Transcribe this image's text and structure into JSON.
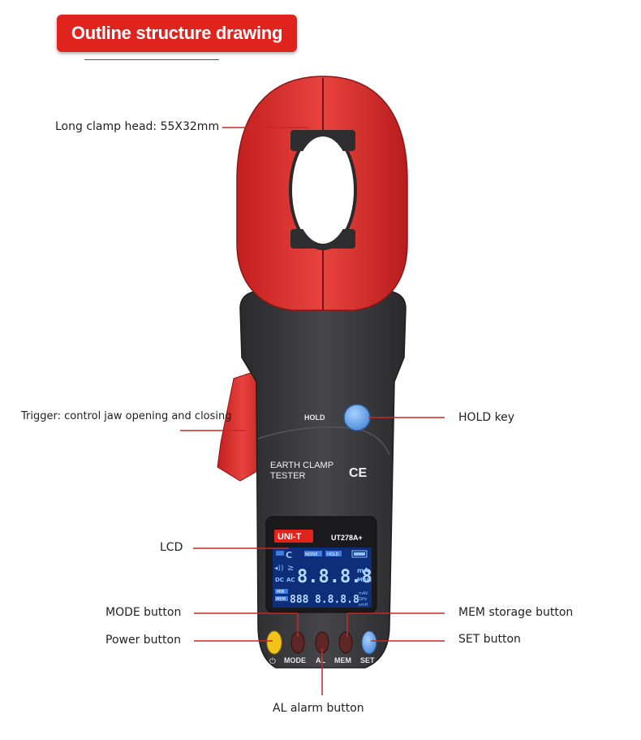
{
  "title": "Outline structure drawing",
  "callouts": {
    "clamp_head": "Long clamp head: 55X32mm",
    "trigger": "Trigger: control jaw opening and closing",
    "hold_key": "HOLD key",
    "lcd": "LCD",
    "mode_button": "MODE button",
    "mem_button": "MEM storage button",
    "power_button": "Power button",
    "set_button": "SET button",
    "al_button": "AL alarm button"
  },
  "device": {
    "hold_label": "HOLD",
    "name_line1": "EARTH CLAMP",
    "name_line2": "TESTER",
    "ce_mark": "CE",
    "brand": "UNI-T",
    "model": "UT278A+",
    "buttons": {
      "power_symbol": "⏻",
      "mode": "MODE",
      "al": "AL",
      "mem": "MEM",
      "set": "SET"
    },
    "lcd": {
      "noise": "NOISE",
      "hold": "HOLD",
      "dc": "DC",
      "ac": "AC",
      "main_digits": "8.8.8.8",
      "main_unit_top": "mA",
      "main_unit_bottom": "MkΩ",
      "min": "MIN",
      "mem": "MEM",
      "sub_digits_left": "888",
      "sub_digits_right": "8.8.8.8",
      "sub_unit_1": "mAV",
      "sub_unit_2": "ΩHz",
      "sub_unit_3": "smH"
    }
  },
  "colors": {
    "accent_red": "#e1231e",
    "clamp_red": "#d42a2a",
    "body_dark": "#3c3c3e",
    "lcd_bg": "#0f2e7a",
    "hold_blue": "#6aa8e8",
    "power_yellow": "#f2c318"
  }
}
